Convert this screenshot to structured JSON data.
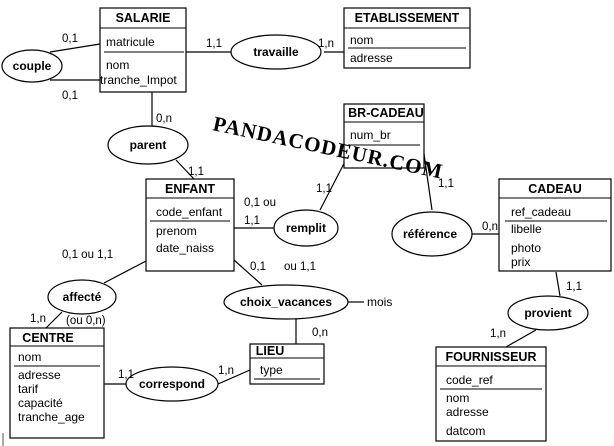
{
  "entities": {
    "salarie": {
      "title": "SALARIE",
      "key": "matricule",
      "attrs": [
        "nom",
        "tranche_Impot"
      ]
    },
    "etablissement": {
      "title": "ETABLISSEMENT",
      "key": "nom",
      "attrs": [
        "adresse"
      ]
    },
    "br_cadeau": {
      "title": "BR-CADEAU",
      "key": "num_br",
      "attrs": []
    },
    "enfant": {
      "title": "ENFANT",
      "key": "code_enfant",
      "attrs": [
        "prenom",
        "date_naiss"
      ]
    },
    "cadeau": {
      "title": "CADEAU",
      "key": "ref_cadeau",
      "attrs": [
        "libelle",
        "photo",
        "prix"
      ]
    },
    "centre": {
      "title": "CENTRE",
      "key": "nom",
      "attrs": [
        "adresse",
        "tarif",
        "capacité",
        "tranche_age"
      ]
    },
    "lieu": {
      "title": "LIEU",
      "key": "type",
      "attrs": []
    },
    "fournisseur": {
      "title": "FOURNISSEUR",
      "key": "code_ref",
      "attrs": [
        "nom",
        "adresse",
        "datcom"
      ]
    }
  },
  "relations": {
    "couple": "couple",
    "travaille": "travaille",
    "parent": "parent",
    "remplit": "remplit",
    "reference": "référence",
    "affecte": "affecté",
    "choix_vacances": "choix_vacances",
    "correspond": "correspond",
    "provient": "provient"
  },
  "relation_attributes": {
    "choix_vacances": "mois"
  },
  "cardinalities": {
    "couple_top": "0,1",
    "couple_bottom": "0,1",
    "travaille_salarie": "1,1",
    "travaille_etab": "1,n",
    "parent_salarie": "0,n",
    "parent_enfant": "1,1",
    "remplit_enfant_a": "0,1 ou",
    "remplit_enfant_b": "1,1",
    "remplit_br": "1,1",
    "reference_br": "1,1",
    "reference_cadeau": "0,n",
    "affecte_enfant": "0,1 ou 1,1",
    "affecte_centre": "1,n",
    "affecte_centre_alt": "(ou 0,n)",
    "choix_enfant": "0,1",
    "choix_enfant_alt": "ou 1,1",
    "choix_lieu": "0,n",
    "correspond_centre": "1,1",
    "correspond_lieu": "1,n",
    "provient_cadeau": "1,1",
    "provient_fournisseur": "1,n"
  },
  "watermark": "PANDACODEUR.COM"
}
